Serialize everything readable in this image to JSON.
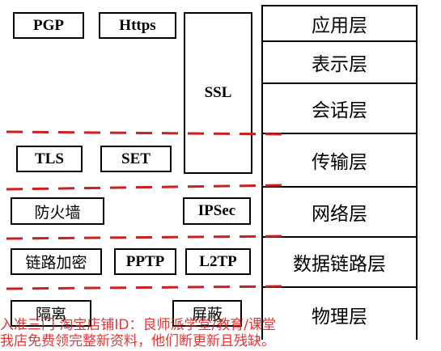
{
  "layers": [
    "应用层",
    "表示层",
    "会话层",
    "传输层",
    "网络层",
    "数据链路层",
    "物理层"
  ],
  "protocols": {
    "pgp": "PGP",
    "https": "Https",
    "ssl": "SSL",
    "tls": "TLS",
    "set": "SET",
    "firewall": "防火墙",
    "ipsec": "IPSec",
    "link_encryption": "链路加密",
    "pptp": "PPTP",
    "l2tp": "L2TP",
    "isolation": "隔离",
    "shielding": "屏蔽"
  },
  "colors": {
    "dash": "#cc1f1f",
    "watermark": "#e02020"
  },
  "watermark": {
    "line1": "入准三门 淘宝店铺ID：良师派学堂/教育/课堂",
    "line2": "我店免费领完整新资料，他们断更新且残缺。"
  }
}
